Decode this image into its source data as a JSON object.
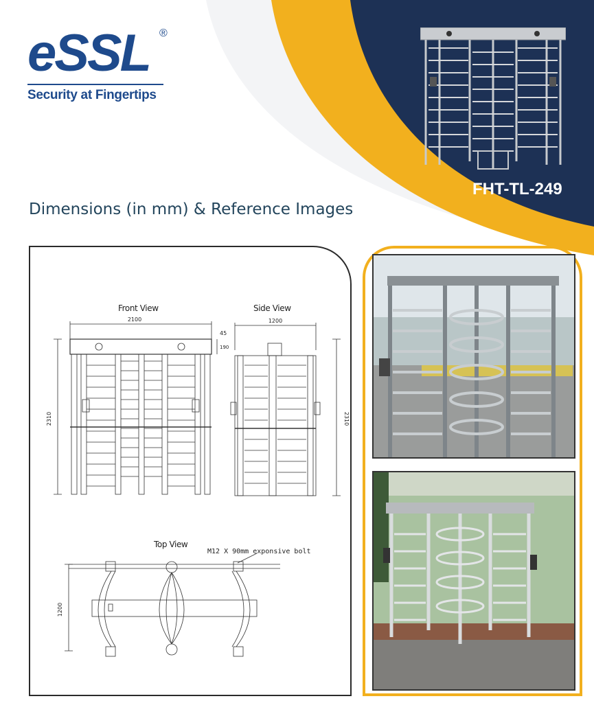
{
  "brand": {
    "name": "eSSL",
    "registered_mark": "®",
    "tagline": "Security at Fingertips"
  },
  "product": {
    "model": "FHT-TL-249"
  },
  "section": {
    "title": "Dimensions (in mm) & Reference Images"
  },
  "drawings": {
    "front_view": {
      "label": "Front View",
      "width": "2100",
      "height": "2310",
      "top_bar": "45",
      "top_offset": "190"
    },
    "side_view": {
      "label": "Side View",
      "width": "1200",
      "height": "2310"
    },
    "top_view": {
      "label": "Top View",
      "depth": "1200",
      "bolt_note": "M12 X 90mm exponsive bolt"
    }
  },
  "colors": {
    "navy": "#1d3155",
    "accent_yellow": "#f2b01e",
    "brand_blue": "#1e4a8c",
    "title_teal": "#23455c"
  }
}
